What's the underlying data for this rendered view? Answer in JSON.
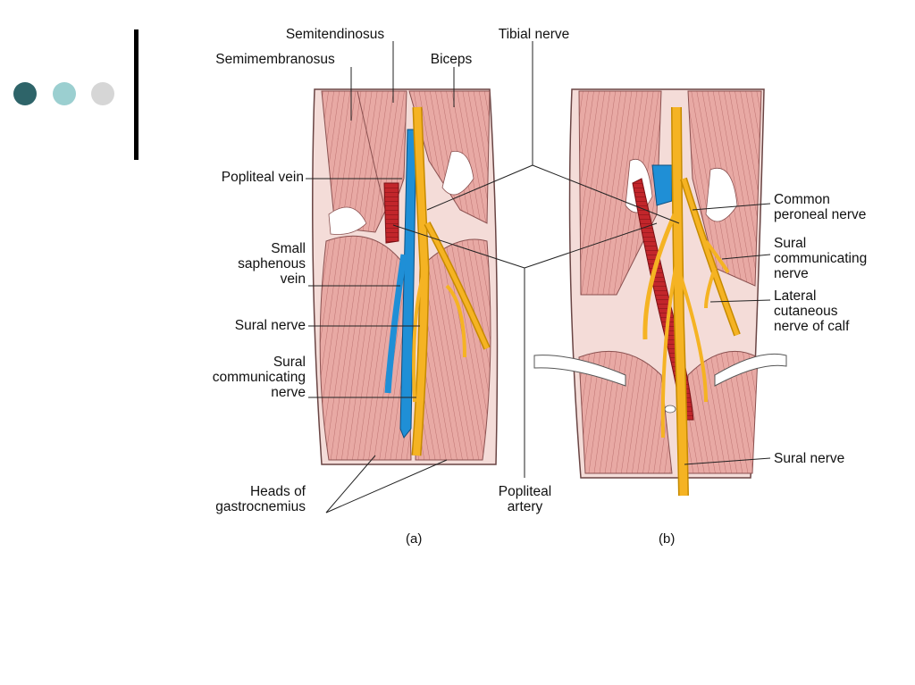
{
  "slide": {
    "colors": {
      "dot_dark": "#2e6469",
      "dot_teal": "#9bcfd0",
      "dot_gray": "#d6d6d6",
      "muscle": "#e8a9a4",
      "muscle_line": "#b86c6a",
      "vein": "#1f8fd6",
      "artery": "#c2262b",
      "nerve": "#f5b323",
      "nerve_outline": "#c68a00"
    }
  },
  "figure": {
    "labels": {
      "semitendinosus": "Semitendinosus",
      "semimembranosus": "Semimembranosus",
      "biceps": "Biceps",
      "tibial_nerve": "Tibial nerve",
      "popliteal_vein": "Popliteal vein",
      "small_saphenous_vein": "Small\nsaphenous\nvein",
      "sural_nerve_a": "Sural nerve",
      "sural_communicating_nerve_a": "Sural\ncommunicating\nnerve",
      "heads_of_gastrocnemius": "Heads of\ngastrocnemius",
      "popliteal_artery": "Popliteal\nartery",
      "common_peroneal_nerve": "Common\nperoneal nerve",
      "sural_communicating_nerve_b": "Sural\ncommunicating\nnerve",
      "lateral_cutaneous_nerve": "Lateral\ncutaneous\nnerve of calf",
      "sural_nerve_b": "Sural nerve",
      "pane_a": "(a)",
      "pane_b": "(b)"
    }
  }
}
